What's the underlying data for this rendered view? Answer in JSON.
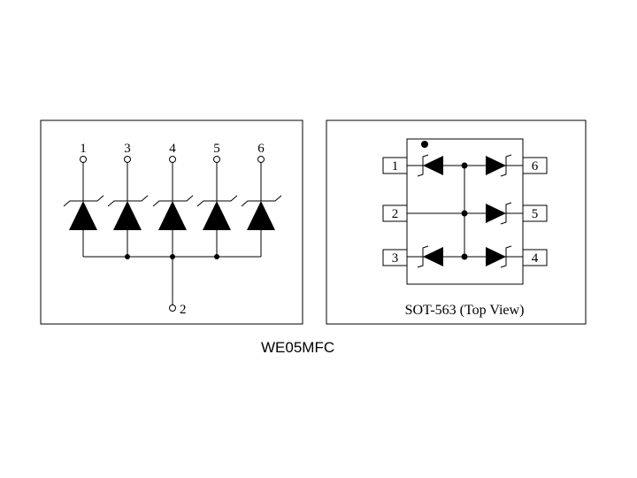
{
  "schematic": {
    "top_pins": [
      "1",
      "3",
      "4",
      "5",
      "6"
    ],
    "ground_pin": "2"
  },
  "package": {
    "left_pins": [
      "1",
      "2",
      "3"
    ],
    "right_pins": [
      "6",
      "5",
      "4"
    ],
    "label": "SOT-563 (Top View)"
  },
  "caption": "WE05MFC",
  "colors": {
    "line": "#000000",
    "background": "#ffffff"
  }
}
